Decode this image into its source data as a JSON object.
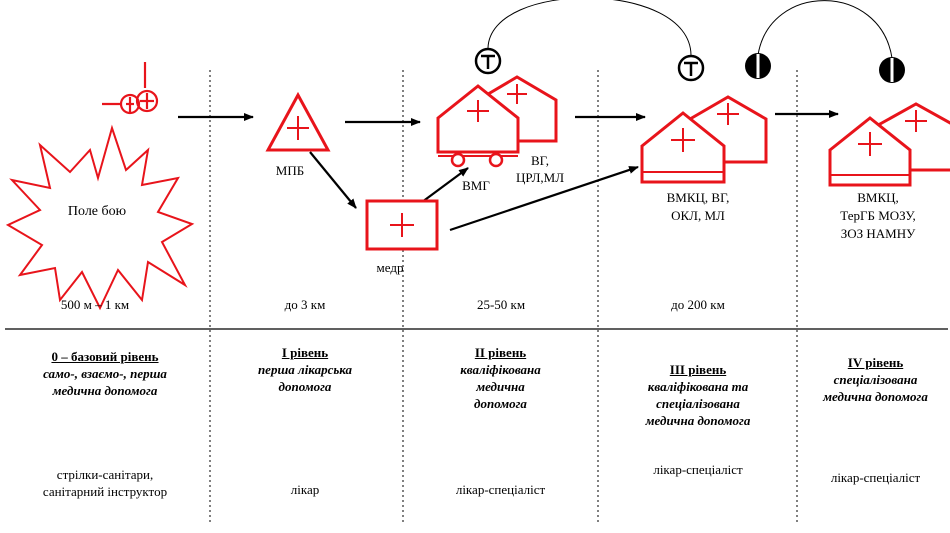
{
  "nodes": {
    "battlefield": "Поле бою",
    "mpb": "МПБ",
    "medr": "медр",
    "vmg": "ВМГ",
    "vg_line1": "ВГ,",
    "vg_line2": "ЦРЛ,МЛ",
    "vmkc_line1": "ВМКЦ, ВГ,",
    "vmkc_line2": "ОКЛ,  МЛ",
    "iv_line1": "ВМКЦ,",
    "iv_line2": "ТерГБ МОЗУ,",
    "iv_line3": "ЗОЗ НАМНУ"
  },
  "distances": [
    "500 м – 1 км",
    "до 3 км",
    "25-50 км",
    "до 200 км"
  ],
  "levels": [
    {
      "title": "0 – базовий рівень",
      "desc": "само-, взаємо-, перша\nмедична допомога",
      "staff": "стрілки-санітари,\nсанітарний інструктор"
    },
    {
      "title": "І рівень",
      "desc": "перша лікарська\nдопомога",
      "staff": "лікар"
    },
    {
      "title": "ІІ рівень",
      "desc": "кваліфікована\nмедична\nдопомога",
      "staff": "лікар-спеціаліст"
    },
    {
      "title": "ІІІ рівень",
      "desc": "кваліфікована та\nспеціалізована\nмедична допомога",
      "staff": "лікар-спеціаліст"
    },
    {
      "title": "IV рівень",
      "desc": "спеціалізована\nмедична допомога",
      "staff": "лікар-спеціаліст"
    }
  ],
  "colors": {
    "red": "#e8141b",
    "black": "#000000"
  },
  "icons": [
    "explosion-icon",
    "casualty-icon",
    "triangle-red-cross-icon",
    "rectangle-red-cross-icon",
    "tent-red-cross-icon",
    "telephone-icon",
    "radio-icon"
  ]
}
